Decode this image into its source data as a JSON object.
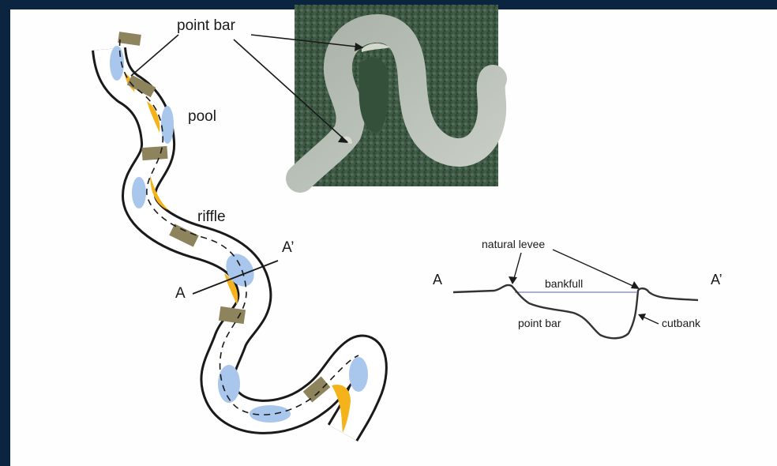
{
  "labels": {
    "point_bar_top": "point bar",
    "pool": "pool",
    "riffle": "riffle",
    "a_prime_map": "A’",
    "a_map": "A",
    "natural_levee": "natural levee",
    "a_section": "A",
    "a_prime_section": "A’",
    "bankfull": "bankfull",
    "point_bar_section": "point bar",
    "cutbank": "cutbank"
  },
  "colors": {
    "frame": "#0b2440",
    "slide": "#fefefe",
    "pool_blue": "#a9c6ec",
    "point_bar_yellow": "#f5b31b",
    "riffle_brown": "#8d835c",
    "outline": "#1a1a1a",
    "bankfull_line": "#7a7fc4"
  },
  "aerial_photo": {
    "icon": "aerial-meander-photo"
  }
}
